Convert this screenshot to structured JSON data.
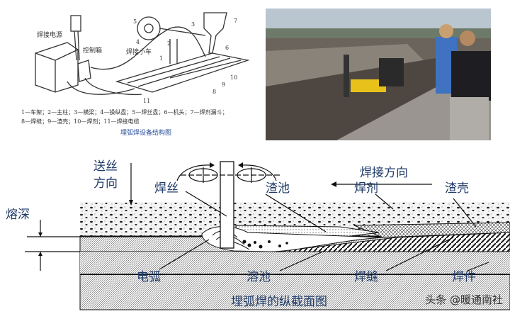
{
  "equipment_diagram": {
    "labels": {
      "power_source": "焊接电源",
      "control_box": "控制箱",
      "tractor": "焊接小车"
    },
    "numbers": [
      "1",
      "2",
      "3",
      "4",
      "5",
      "6",
      "7",
      "8",
      "9",
      "10",
      "11"
    ],
    "legend_line1": "1—车架；2—主柱；3—横梁；4—操纵盘；5—焊丝盘；6—机头；7—焊剂漏斗；",
    "legend_line2": "8—焊缝；9—渣壳；10—焊剂；11—焊接电缆",
    "caption": "埋弧焊设备结构图"
  },
  "photo": {
    "description_colors": {
      "sky": "#a9b8c4",
      "steel": "#5a5048",
      "machine": "#e8c21a"
    }
  },
  "section_diagram": {
    "wire_feed_direction": [
      "送丝",
      "方向"
    ],
    "welding_direction": "焊接方向",
    "penetration": "熔深",
    "labels": {
      "wire": "焊丝",
      "slag_pool": "渣池",
      "flux": "焊剂",
      "slag_crust": "渣壳",
      "arc": "电弧",
      "molten_pool": "溶池",
      "weld_seam": "焊缝",
      "workpiece": "焊件"
    },
    "caption": "埋弧焊的纵截面图"
  },
  "watermark": "头条 @暖通南社",
  "colors": {
    "label": "#1f3a68",
    "caption_blue": "#2a4f9a"
  }
}
